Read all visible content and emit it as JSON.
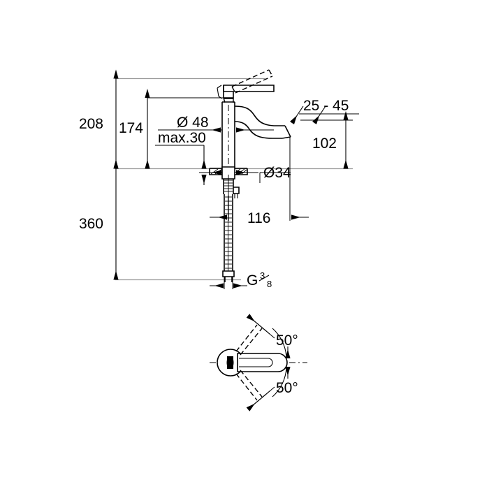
{
  "document": {
    "type": "technical-dimension-drawing",
    "subject": "single-lever basin mixer faucet",
    "views": [
      "front-elevation",
      "top-view"
    ],
    "background_color": "#ffffff",
    "line_color": "#000000",
    "reference_line_color": "#9a9a9a"
  },
  "dimensions": {
    "total_height": "208",
    "body_height": "174",
    "max_deck_thickness": "max.30",
    "body_diameter": "Ø 48",
    "base_diameter": "Ø34",
    "supply_length": "360",
    "spout_reach": "116",
    "spout_height": "102",
    "aerator_range": "25 - 45",
    "thread_label": "G",
    "thread_numerator": "3",
    "thread_denominator": "8",
    "swivel_angle_upper": "50°",
    "swivel_angle_lower": "50°"
  },
  "labels": [
    {
      "id": "dim-208",
      "text": "208"
    },
    {
      "id": "dim-174",
      "text": "174"
    },
    {
      "id": "dim-max30",
      "text": "max.30"
    },
    {
      "id": "dim-d48",
      "text": "Ø 48"
    },
    {
      "id": "dim-d34",
      "text": "Ø34"
    },
    {
      "id": "dim-360",
      "text": "360"
    },
    {
      "id": "dim-116",
      "text": "116"
    },
    {
      "id": "dim-102",
      "text": "102"
    },
    {
      "id": "dim-25-45",
      "text": "25 - 45"
    },
    {
      "id": "dim-thread",
      "text": "G 3/8"
    },
    {
      "id": "angle-top",
      "text": "50°"
    },
    {
      "id": "angle-bottom",
      "text": "50°"
    }
  ]
}
